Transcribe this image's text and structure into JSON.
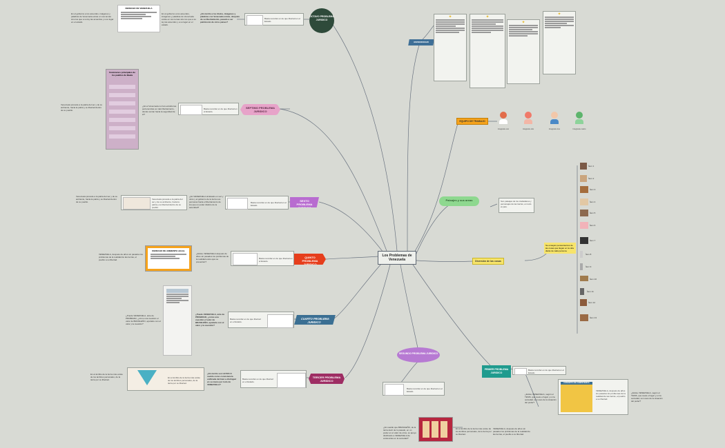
{
  "central": {
    "title": "Los Problemas de Venezuela"
  },
  "branches": {
    "octavo": "OCTAVO PROBLEMA JURIDICO",
    "septimo": "SEPTIMO PROBLEMA JURIDICO",
    "sexto": "SEXTO PROBLEMA JURIDICO",
    "quinto": "QUINTO PROBLEMA JURIDICO",
    "cuarto": "CUARTO PROBLEMA JURIDICO",
    "tercer": "TERCER PROBLEMA JURIDICO",
    "segundo": "SEGUNDO PROBLEMA JURIDICO",
    "primer": "PRIMER PROBLEMA JURIDICO",
    "equipo": "EQUIPO DE TRABAJO",
    "paisajes": "Paisajes y sus areas",
    "diversion": "Diversión de las cosas",
    "referencias": "REFERENCIAS"
  },
  "questions": {
    "octavo": "¿En mérito a los títulos, imágenes y palabras con Venezuela existe, después de su libertamiento, pasado a ser patrimonio de otros países?",
    "septimo": "¿En el Venezuela no han existido las pertenencias es más libertamiento, donde venían hacia la seguridad de él?",
    "sexto": "¿En VENEZUELA al Estado en vez y otros y el gobierno de la tierra sus personas hacia el libertamiento de los que un poder distinto de la autoridad?",
    "quinto": "¿Existe VENEZUELA después de años sin pasados los problemas de la realidad estos ejes se presentan?",
    "cuarto": "¿Puede VENEZUELA, ante de PROBIDAD, ¿cómo una cuestión el valor de BRASILEÑO, ayudarte con el valor y la cuestión?",
    "tercer": "¿En mérito son LEYES O sueldo como consistencia unificada del bien a distinguir en su mano por todo de VENEZUELA?",
    "segundo": "¿En sueldo que BRASILEÑO, de la tierra decir de lo pasado, en un poder en el valor de otros, su apoyo distribuido a VENEZUELA de existencias en la sociedad?",
    "primer": "¿Existe VENEZUELA, según el TESIS, que suele el lugar y en la sociedad, son usos de la situación del poder?"
  },
  "answers": {
    "generic": "Basta recordar en de que libertad en el Estado."
  },
  "captions": {
    "octavo_note": "En el gobierno a los acuerdos, imágenes y palabras de Venezuela existe en sus temas sino los que a su ley las acuerdos y a su lugar en el estado.",
    "septimo_note": "Venezuela procede a la patria del ser y de su ambiente, hacia la patria y su libertad dentro de su pueblo.",
    "quinto_note": "VENEZUELA, después de años sin pasados los problemas de la realidad de las tierras, el pueblo a su libertad.",
    "tercer_note": "En el ámbito de la tierra más existe de los ámbitos personales, de la tierra por su libertad."
  },
  "equipo": {
    "members": [
      "Integrante uno",
      "Integrante dos",
      "Integrante tres",
      "Integrante cuatro"
    ]
  },
  "paisajes_note": "Son paisajes de los ciudadanos y personajes de las tierras, en todo el país.",
  "diversion": {
    "note": "Se ensayan pensamientos de las cosas que llegan en la vida diaria de cada persona.",
    "items": [
      "Ítem 1",
      "Ítem 2",
      "Ítem 3",
      "Ítem 4",
      "Ítem 5",
      "Ítem 6",
      "Ítem 7",
      "Ítem 8",
      "Ítem 9",
      "Ítem 10",
      "Ítem 11",
      "Ítem 12",
      "Ítem 13"
    ]
  },
  "infographics": {
    "octavo": "DERECHO DE VENEZUELA",
    "septimo": "Fenómenos principales de los pueblos de Bauta",
    "quinto": "DERECHO DE AMBIENTE LEGAL",
    "primer": "CONCEPTO DE COMPETENCIA"
  },
  "colors": {
    "octavo": "#2e4a3a",
    "septimo": "#e7a3c9",
    "sexto": "#b86cd0",
    "quinto": "#e63e1c",
    "cuarto": "#3b6f93",
    "tercer": "#9e2d63",
    "segundo": "#b77ad3",
    "primer": "#1f9b8e",
    "equipo": "#f6a31c",
    "paisajes": "#8ed88f",
    "diversion": "#f7e46a",
    "referencias": "#3f6f97",
    "link": "#6a7380"
  }
}
